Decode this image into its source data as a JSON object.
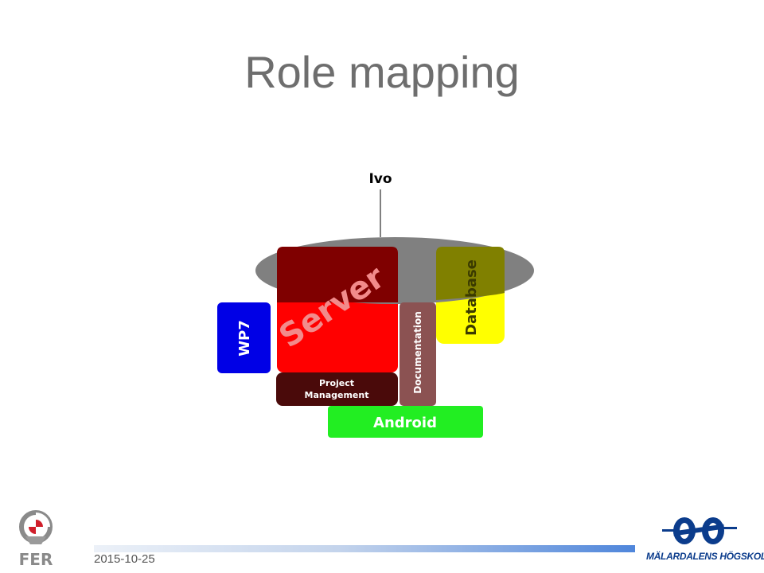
{
  "slide": {
    "title": "Role mapping",
    "date": "2015-10-25"
  },
  "diagram": {
    "person": "Ivo",
    "roles": {
      "server": "Server",
      "database": "Database",
      "wp7": "WP7",
      "documentation": "Documentation",
      "project_management_line1": "Project",
      "project_management_line2": "Management",
      "android": "Android"
    },
    "colors": {
      "server": "#ff0000",
      "server_overlap": "#7f0000",
      "database": "#ffff00",
      "database_overlap": "#808000",
      "wp7": "#0000e6",
      "documentation": "#8b5252",
      "project_management": "#4a0a0a",
      "android": "#22ee22",
      "ellipse": "#808080"
    }
  },
  "logos": {
    "fer": "FER",
    "mdh": "MÄLARDALENS HÖGSKOLA"
  }
}
